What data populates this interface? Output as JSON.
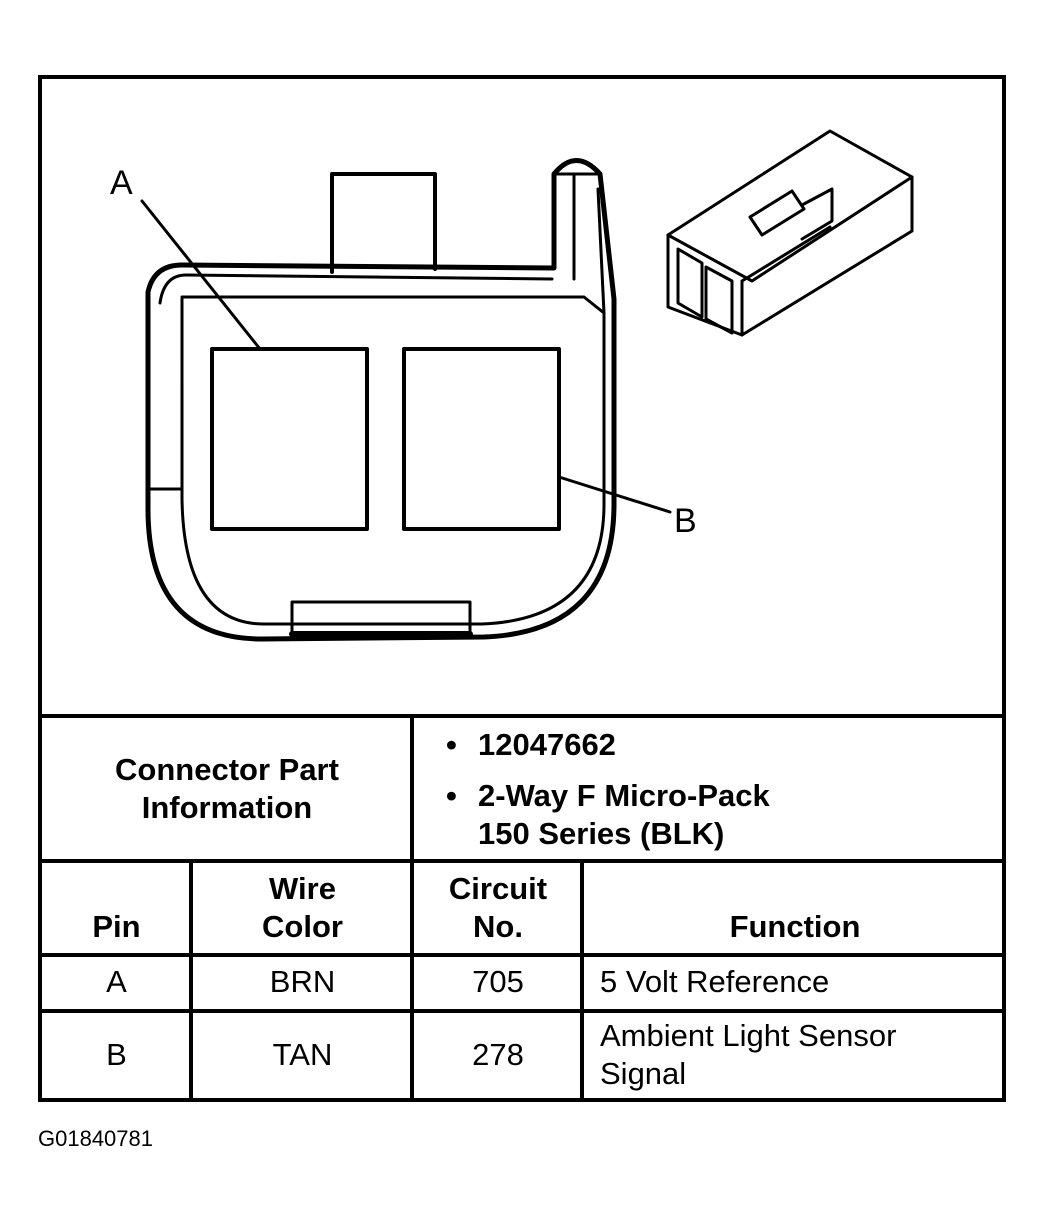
{
  "callouts": {
    "a": "A",
    "b": "B"
  },
  "info": {
    "label_line1": "Connector Part",
    "label_line2": "Information",
    "bullet": "•",
    "part_number": "12047662",
    "desc_line1": "2-Way F Micro-Pack",
    "desc_line2": "150 Series (BLK)"
  },
  "table": {
    "headers": {
      "pin": "Pin",
      "wire_color_line1": "Wire",
      "wire_color_line2": "Color",
      "circuit_line1": "Circuit",
      "circuit_line2": "No.",
      "function": "Function"
    },
    "rows": [
      {
        "pin": "A",
        "wire_color": "BRN",
        "circuit": "705",
        "function_line1": "5 Volt Reference",
        "function_line2": ""
      },
      {
        "pin": "B",
        "wire_color": "TAN",
        "circuit": "278",
        "function_line1": "Ambient Light Sensor",
        "function_line2": "Signal"
      }
    ]
  },
  "footer": {
    "code": "G01840781"
  }
}
